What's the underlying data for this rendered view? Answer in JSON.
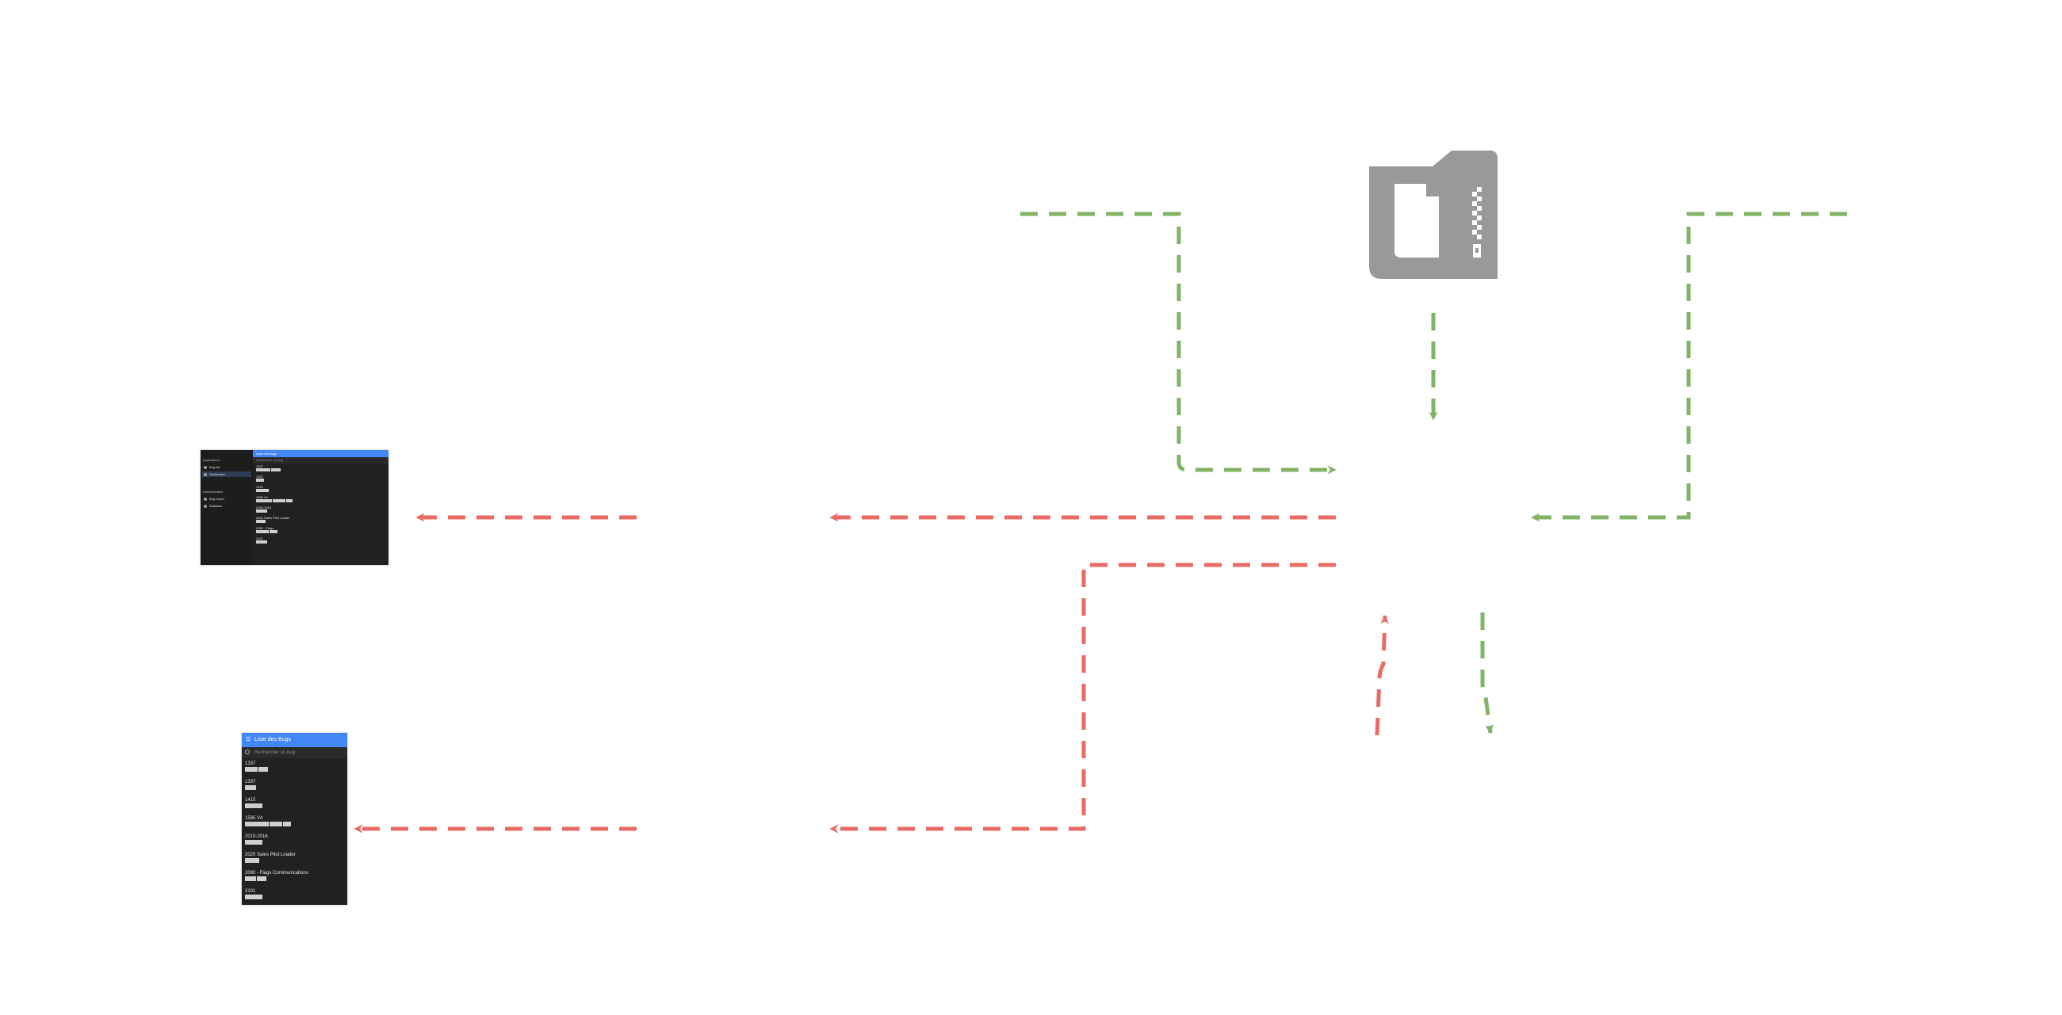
{
  "colors": {
    "green_flow": "#82b366",
    "red_flow": "#ea6b66",
    "archive_gray": "#999999",
    "screen_bg": "#212121",
    "screen_header": "#4287f5"
  },
  "icons": {
    "archive": "zip-archive-icon"
  },
  "mobile_screen": {
    "header_title": "Liste des Bugs",
    "search_placeholder": "Rechercher un bug",
    "items": [
      {
        "title": "1337",
        "tags": [
          16,
          12
        ]
      },
      {
        "title": "1337",
        "tags": [
          14
        ]
      },
      {
        "title": "1415",
        "tags": [
          22
        ]
      },
      {
        "title": "1585 V4",
        "tags": [
          30,
          16,
          10
        ]
      },
      {
        "title": "2015-2016",
        "tags": [
          22
        ]
      },
      {
        "title": "2020 Sales Pilot Loader",
        "tags": [
          18
        ]
      },
      {
        "title": "2080 - Flags Communications",
        "tags": [
          14,
          12
        ]
      },
      {
        "title": "2101",
        "tags": [
          22
        ]
      }
    ]
  },
  "desktop_screen": {
    "sidebar_section_1": "Applications",
    "sidebar_section_2": "Administration",
    "nav_items": [
      "Bug list",
      "Dashboard",
      "Bug report",
      "Statistics"
    ],
    "header_title": "Liste des Bugs",
    "search_placeholder": "Rechercher un bug",
    "items": [
      {
        "title": "1337",
        "tags": [
          18,
          12
        ]
      },
      {
        "title": "1337",
        "tags": [
          10
        ]
      },
      {
        "title": "1415",
        "tags": [
          16
        ]
      },
      {
        "title": "1585 V4",
        "tags": [
          20,
          16,
          8
        ]
      },
      {
        "title": "2015-2016",
        "tags": [
          14
        ]
      },
      {
        "title": "2020 Sales Pilot Loader",
        "tags": [
          12
        ]
      },
      {
        "title": "2080 - Flags",
        "tags": [
          16,
          10
        ]
      },
      {
        "title": "2101",
        "tags": [
          14
        ]
      }
    ]
  }
}
